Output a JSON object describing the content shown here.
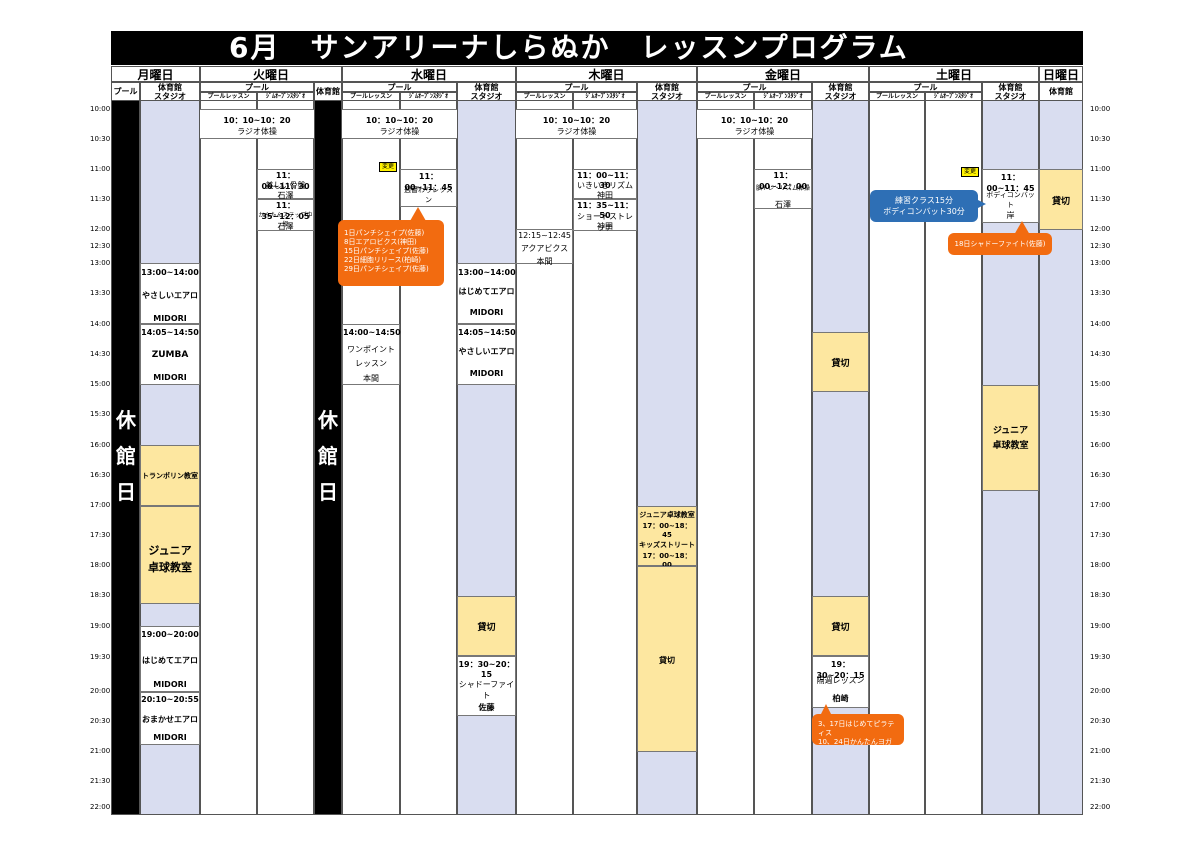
{
  "title": "6月　サンアリーナしらぬか　レッスンプログラム",
  "days": [
    "月曜日",
    "火曜日",
    "水曜日",
    "木曜日",
    "金曜日",
    "土曜日",
    "日曜日"
  ],
  "sub": {
    "pool": "プール",
    "gym_studio": "体育館",
    "studio": "スタジオ",
    "gym": "体育館",
    "pool_lesson": "プールレッスン",
    "gym_open": "ｼﾞﾑｵｰﾌﾟﾝｽﾀｼﾞｵ"
  },
  "times_left": [
    "10:00",
    "10:30",
    "11:00",
    "11:30",
    "12:00",
    "12:30",
    "13:00",
    "13:30",
    "14:00",
    "14:30",
    "15:00",
    "15:30",
    "16:00",
    "16:30",
    "17:00",
    "17:30",
    "18:00",
    "18:30",
    "19:00",
    "19:30",
    "20:00",
    "20:30",
    "21:00",
    "21:30",
    "22:00"
  ],
  "closed": "休館日",
  "closed_chars": [
    "休",
    "館",
    "日"
  ],
  "mon": {
    "b1": {
      "t": "13:00~14:00",
      "n": "やさしいエアロ",
      "i": "MIDORI"
    },
    "b2": {
      "t": "14:05~14:50",
      "n": "ZUMBA",
      "i": "MIDORI"
    },
    "b3": "トランポリン教室",
    "b4a": "ジュニア",
    "b4b": "卓球教室",
    "b5": {
      "t": "19:00~20:00",
      "n": "はじめてエアロ",
      "i": "MIDORI"
    },
    "b6": {
      "t": "20:10~20:55",
      "n": "おまかせエアロ",
      "i": "MIDORI"
    }
  },
  "tue": {
    "b1": {
      "t": "10：10~10：20",
      "n": "ラジオ体操"
    },
    "b2": {
      "t": "11：00~11：30",
      "n": "美しい骨盤",
      "i": "石澤"
    },
    "b3": {
      "t": "11：35~12：05",
      "n": "かんたんステップ中級",
      "i": "石澤"
    }
  },
  "wed": {
    "b1": {
      "t": "10：10~10：20",
      "n": "ラジオ体操"
    },
    "badge": "変更",
    "b2": {
      "t": "11：00~11：45",
      "n": "週替わりレッスン"
    },
    "callout": [
      "1日パンチシェイプ(佐藤)",
      "8日エアロビクス(神田)",
      "15日パンチシェイプ(佐藤)",
      "22日細胞リリース(柏崎)",
      "29日パンチシェイプ(佐藤)"
    ],
    "b3": {
      "t": "13:00~14:00",
      "n": "はじめてエアロ",
      "i": "MIDORI"
    },
    "b4": {
      "t": "14:05~14:50",
      "n": "やさしいエアロ",
      "i": "MIDORI"
    },
    "b5": {
      "t": "14:00~14:50",
      "n": "ワンポイント",
      "n2": "レッスン",
      "i": "本間"
    },
    "b6": "貸切",
    "b7": {
      "t": "19：30~20：15",
      "n": "シャドーファイト",
      "i": "佐藤"
    }
  },
  "thu": {
    "b1": {
      "t": "10：10~10：20",
      "n": "ラジオ体操"
    },
    "b2": {
      "t": "11：00~11：30",
      "n": "いきいきリズム",
      "i": "神田"
    },
    "b3": {
      "t": "11：35~11：50",
      "n": "ショートストレッチ",
      "i": "神田"
    },
    "b4": {
      "t": "12:15~12:45",
      "n": "アクアビクス",
      "i": "本間"
    },
    "b5": {
      "n": "ジュニア卓球教室",
      "t": "17：00~18：45",
      "n2": "キッズストリート",
      "t2": "17：00~18：00"
    },
    "b6": "貸切"
  },
  "fri": {
    "b1": {
      "t": "10：10~10：20",
      "n": "ラジオ体操"
    },
    "b2": {
      "t": "11：00~12：00",
      "n": "脳トレ・リズム体操",
      "i": "石澤"
    },
    "b3": "貸切",
    "b4": "貸切",
    "b5": {
      "t": "19：30~20：15",
      "n": "隔週レッスン",
      "i": "柏崎"
    },
    "callout": [
      "3、17日はじめてピラティス",
      "10、24日かんたんヨガ"
    ]
  },
  "sat": {
    "badge": "変更",
    "b1": {
      "t": "11：00~11：45",
      "n": "ボディコンバット",
      "i": "岸"
    },
    "callout_blue": [
      "練習クラス15分",
      "ボディコンバット30分"
    ],
    "callout_orange": "18日シャドーファイト(佐藤)",
    "b2a": "ジュニア",
    "b2b": "卓球教室"
  },
  "sun": {
    "b1": "貸切"
  },
  "colors": {
    "yellow": "#fde7a0",
    "blue": "#d9ddf0",
    "orange": "#f26b10",
    "callout_blue": "#2e6fb5"
  }
}
